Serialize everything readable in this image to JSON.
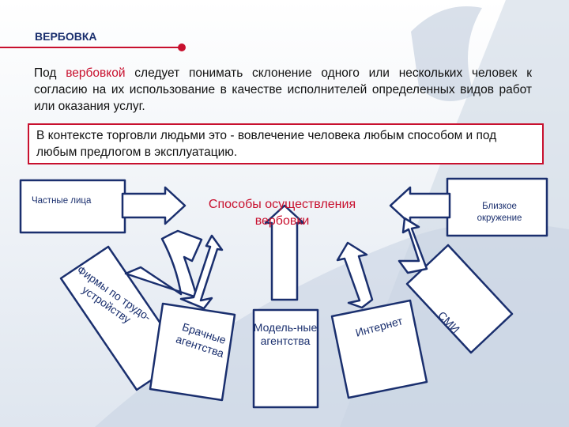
{
  "slide": {
    "title": "ВЕРБОВКА",
    "definition": {
      "prefix": "Под ",
      "highlight": "вербовкой",
      "suffix": " следует понимать склонение одного или нескольких человек к согласию на их использование в качестве исполнителей определенных видов работ или оказания услуг."
    },
    "context_text": "В  контексте торговли людьми это - вовлечение человека любым способом и под любым предлогом в эксплуатацию."
  },
  "diagram": {
    "center_label": "Способы осуществления вербовки",
    "sources": {
      "left": "Частные лица",
      "right": "Близкое окружение",
      "firms": "Фирмы по трудо-устройству",
      "marriage": "Брачные агентства",
      "model": "Модель-ные агентства",
      "internet": "Интернет",
      "media": "СМИ"
    }
  },
  "colors": {
    "accent_red": "#c8102e",
    "text_blue": "#1a2f6e",
    "frame": "#1a2f6e",
    "background_tint": "#d4dde9"
  }
}
